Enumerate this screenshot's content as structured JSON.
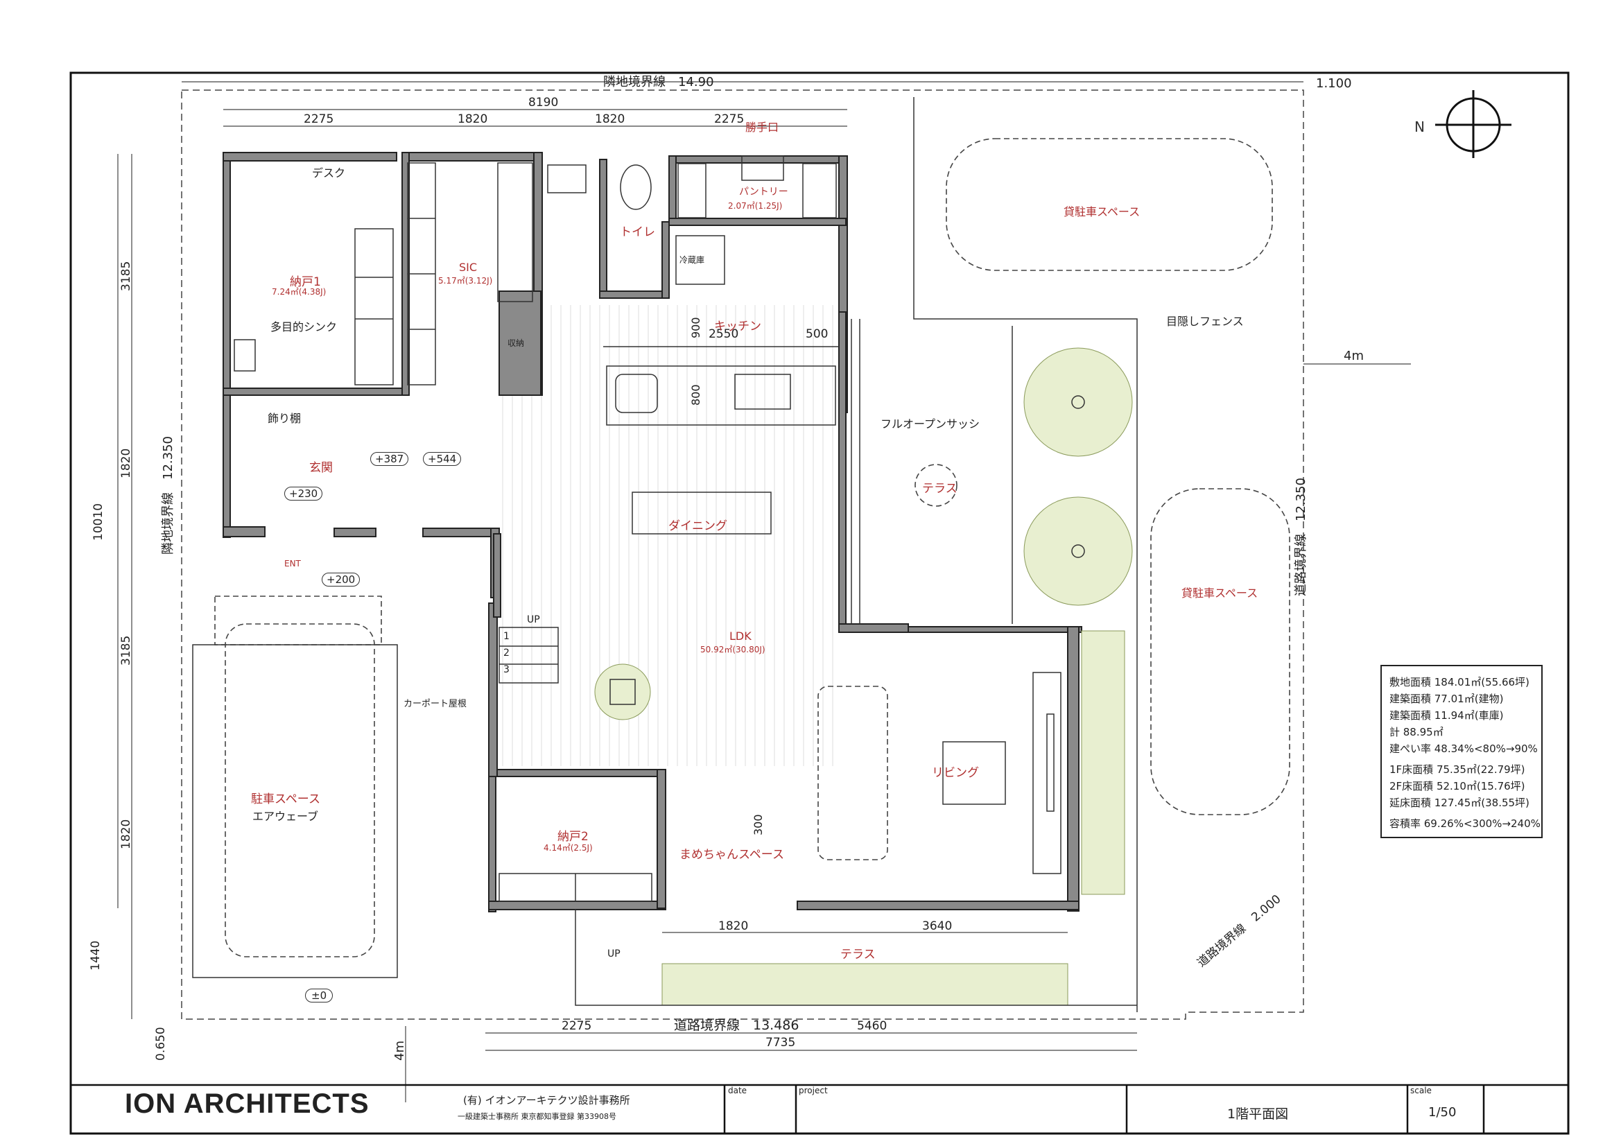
{
  "boundary": {
    "top": "隣地境界線　14.90",
    "top_right": "1.100",
    "left": "隣地境界線　12.350",
    "right": "道路境界線　12.350",
    "bottom": "道路境界線　13.486",
    "bottom_right": "道路境界線　2.000",
    "road_right": "4m",
    "road_bottom": "4m"
  },
  "dims": {
    "top_total": "8190",
    "top_a": "2275",
    "top_b": "1820",
    "top_c": "1820",
    "top_d": "2275",
    "left_total": "10010",
    "left_a": "3185",
    "left_b": "1820",
    "left_c": "3185",
    "left_d": "1820",
    "left_e": "1440",
    "left_f": "0.650",
    "bot_a": "2275",
    "bot_b": "5460",
    "bot_total": "7735",
    "terrace_a": "1820",
    "terrace_b": "3640",
    "k_900": "900",
    "k_2550": "2550",
    "k_500": "500",
    "k_800": "800",
    "m_300": "300"
  },
  "rooms": {
    "desk": "デスク",
    "storage1": "納戸1",
    "storage1_area": "7.24㎡(4.38J)",
    "sink": "多目的シンク",
    "sic": "SIC",
    "sic_area": "5.17㎡(3.12J)",
    "toilet": "トイレ",
    "pantry": "パントリー",
    "pantry_area": "2.07㎡(1.25J)",
    "fridge": "冷蔵庫",
    "kitchen": "キッチン",
    "shelf": "収納",
    "display": "飾り棚",
    "entrance": "玄関",
    "ldk": "LDK",
    "ldk_area": "50.92㎡(30.80J)",
    "dining": "ダイニング",
    "terrace_top": "テラス",
    "living": "リビング",
    "storage2": "納戸2",
    "storage2_area": "4.14㎡(2.5J)",
    "mame": "まめちゃんスペース",
    "terrace_bottom": "テラス",
    "parking": "駐車スペース",
    "airwave": "エアウェーブ",
    "rent_park1": "貸駐車スペース",
    "rent_park2": "貸駐車スペース",
    "service_door": "勝手口",
    "ent": "ENT",
    "up": "UP",
    "up2": "UP",
    "stair1": "1",
    "stair2": "2",
    "stair3": "3"
  },
  "levels": {
    "l387": "+387",
    "l544": "+544",
    "l230": "+230",
    "l200": "+200",
    "l0": "±0"
  },
  "notes": {
    "fence": "目隠しフェンス",
    "sash": "フルオープンサッシ",
    "carport": "カーポート屋根"
  },
  "compass": "N",
  "area_table": [
    "敷地面積  184.01㎡(55.66坪)",
    "建築面積  77.01㎡(建物)",
    "建築面積  11.94㎡(車庫)",
    "計  88.95㎡",
    "建ぺい率  48.34%<80%→90%",
    "1F床面積  75.35㎡(22.79坪)",
    "2F床面積  52.10㎡(15.76坪)",
    "延床面積  127.45㎡(38.55坪)",
    "容積率  69.26%<300%→240%"
  ],
  "title_block": {
    "firm": "ION ARCHITECTS",
    "firm_jp": "(有) イオンアーキテクツ設計事務所",
    "firm_sub": "一級建築士事務所  東京都知事登録  第33908号",
    "date_label": "date",
    "project_label": "project",
    "drawing_title": "1階平面図",
    "scale_label": "scale",
    "scale_value": "1/50"
  }
}
